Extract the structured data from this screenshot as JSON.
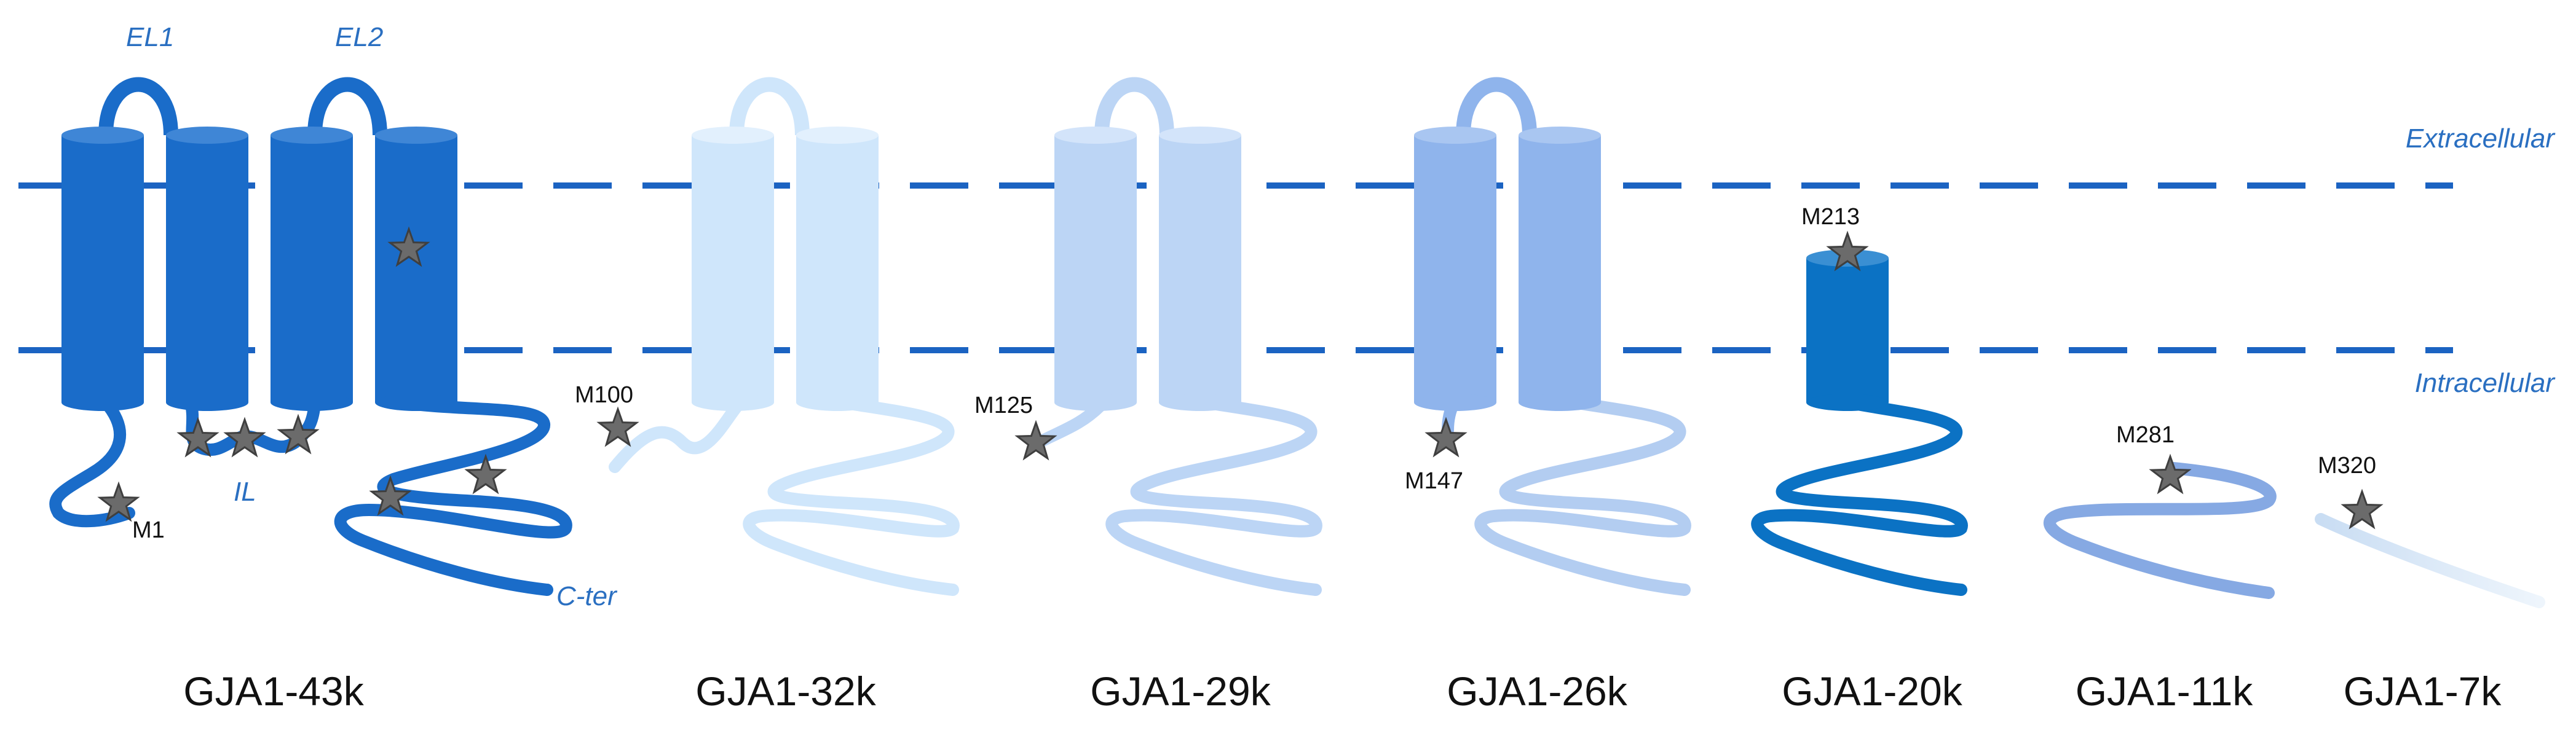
{
  "membrane": {
    "extracellular_label": "Extracellular",
    "intracellular_label": "Intracellular"
  },
  "colors": {
    "c43": "#1a6cc9",
    "c43_dark": "#1259ad",
    "c32": "#cfe6fb",
    "c29": "#bcd5f5",
    "c26": "#8fb4ec",
    "c20": "#0b72c4",
    "c11": "#86a9e3",
    "c7": "#dbe9f7",
    "line": "#1b63c2",
    "star": "#6b6b6b"
  },
  "full_length": {
    "loop_labels": [
      "EL1",
      "EL2"
    ],
    "il_label": "IL",
    "cter_label": "C-ter",
    "start_site": "M1"
  },
  "isoforms": [
    {
      "name": "GJA1-43k",
      "start_site": ""
    },
    {
      "name": "GJA1-32k",
      "start_site": "M100"
    },
    {
      "name": "GJA1-29k",
      "start_site": "M125"
    },
    {
      "name": "GJA1-26k",
      "start_site": "M147"
    },
    {
      "name": "GJA1-20k",
      "start_site": "M213"
    },
    {
      "name": "GJA1-11k",
      "start_site": "M281"
    },
    {
      "name": "GJA1-7k",
      "start_site": "M320"
    }
  ],
  "star_icon": "star-icon"
}
